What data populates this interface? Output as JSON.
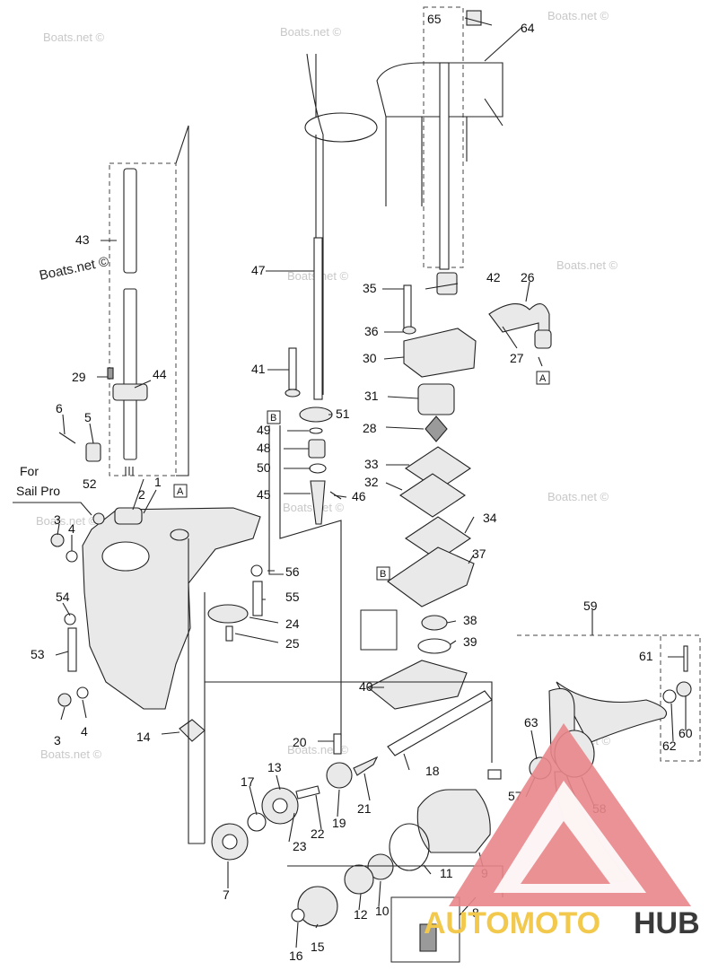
{
  "watermarks": [
    "Boats.net ©",
    "Boats.net ©",
    "Boats.net ©",
    "Boats.net ©",
    "Boats.net ©",
    "Boats.net ©",
    "Boats.net ©",
    "Boats.net ©",
    "Boats.net ©",
    "Boats.net ©",
    "Boats.net ©",
    "Boats.net ©"
  ],
  "note": {
    "line1": "For",
    "line2": "Sail Pro"
  },
  "ref_boxes": {
    "a1": "A",
    "a2": "A",
    "b1": "B",
    "b2": "B"
  },
  "logo": {
    "part1": "AUTOMOTO",
    "part2": "HUB",
    "color1": "#f2c94c",
    "color2": "#3a3a3a",
    "triangle": "#e8868a"
  },
  "labels": {
    "l1": "1",
    "l2": "2",
    "l3a": "3",
    "l3b": "3",
    "l4a": "4",
    "l4b": "4",
    "l5": "5",
    "l6": "6",
    "l7": "7",
    "l8": "8",
    "l9": "9",
    "l10": "10",
    "l11": "11",
    "l12": "12",
    "l13": "13",
    "l14": "14",
    "l15": "15",
    "l16": "16",
    "l17": "17",
    "l18": "18",
    "l19": "19",
    "l20": "20",
    "l21": "21",
    "l22": "22",
    "l23": "23",
    "l24": "24",
    "l25": "25",
    "l26": "26",
    "l27": "27",
    "l28": "28",
    "l29": "29",
    "l30": "30",
    "l31": "31",
    "l32": "32",
    "l33": "33",
    "l34": "34",
    "l35": "35",
    "l36": "36",
    "l37": "37",
    "l38": "38",
    "l39": "39",
    "l40": "40",
    "l41": "41",
    "l42": "42",
    "l43": "43",
    "l44": "44",
    "l45": "45",
    "l46": "46",
    "l47": "47",
    "l48": "48",
    "l49": "49",
    "l50": "50",
    "l51": "51",
    "l52": "52",
    "l53": "53",
    "l54": "54",
    "l55": "55",
    "l56": "56",
    "l57": "57",
    "l58": "58",
    "l59": "59",
    "l60": "60",
    "l61": "61",
    "l62": "62",
    "l63": "63",
    "l64": "64",
    "l65": "65"
  }
}
